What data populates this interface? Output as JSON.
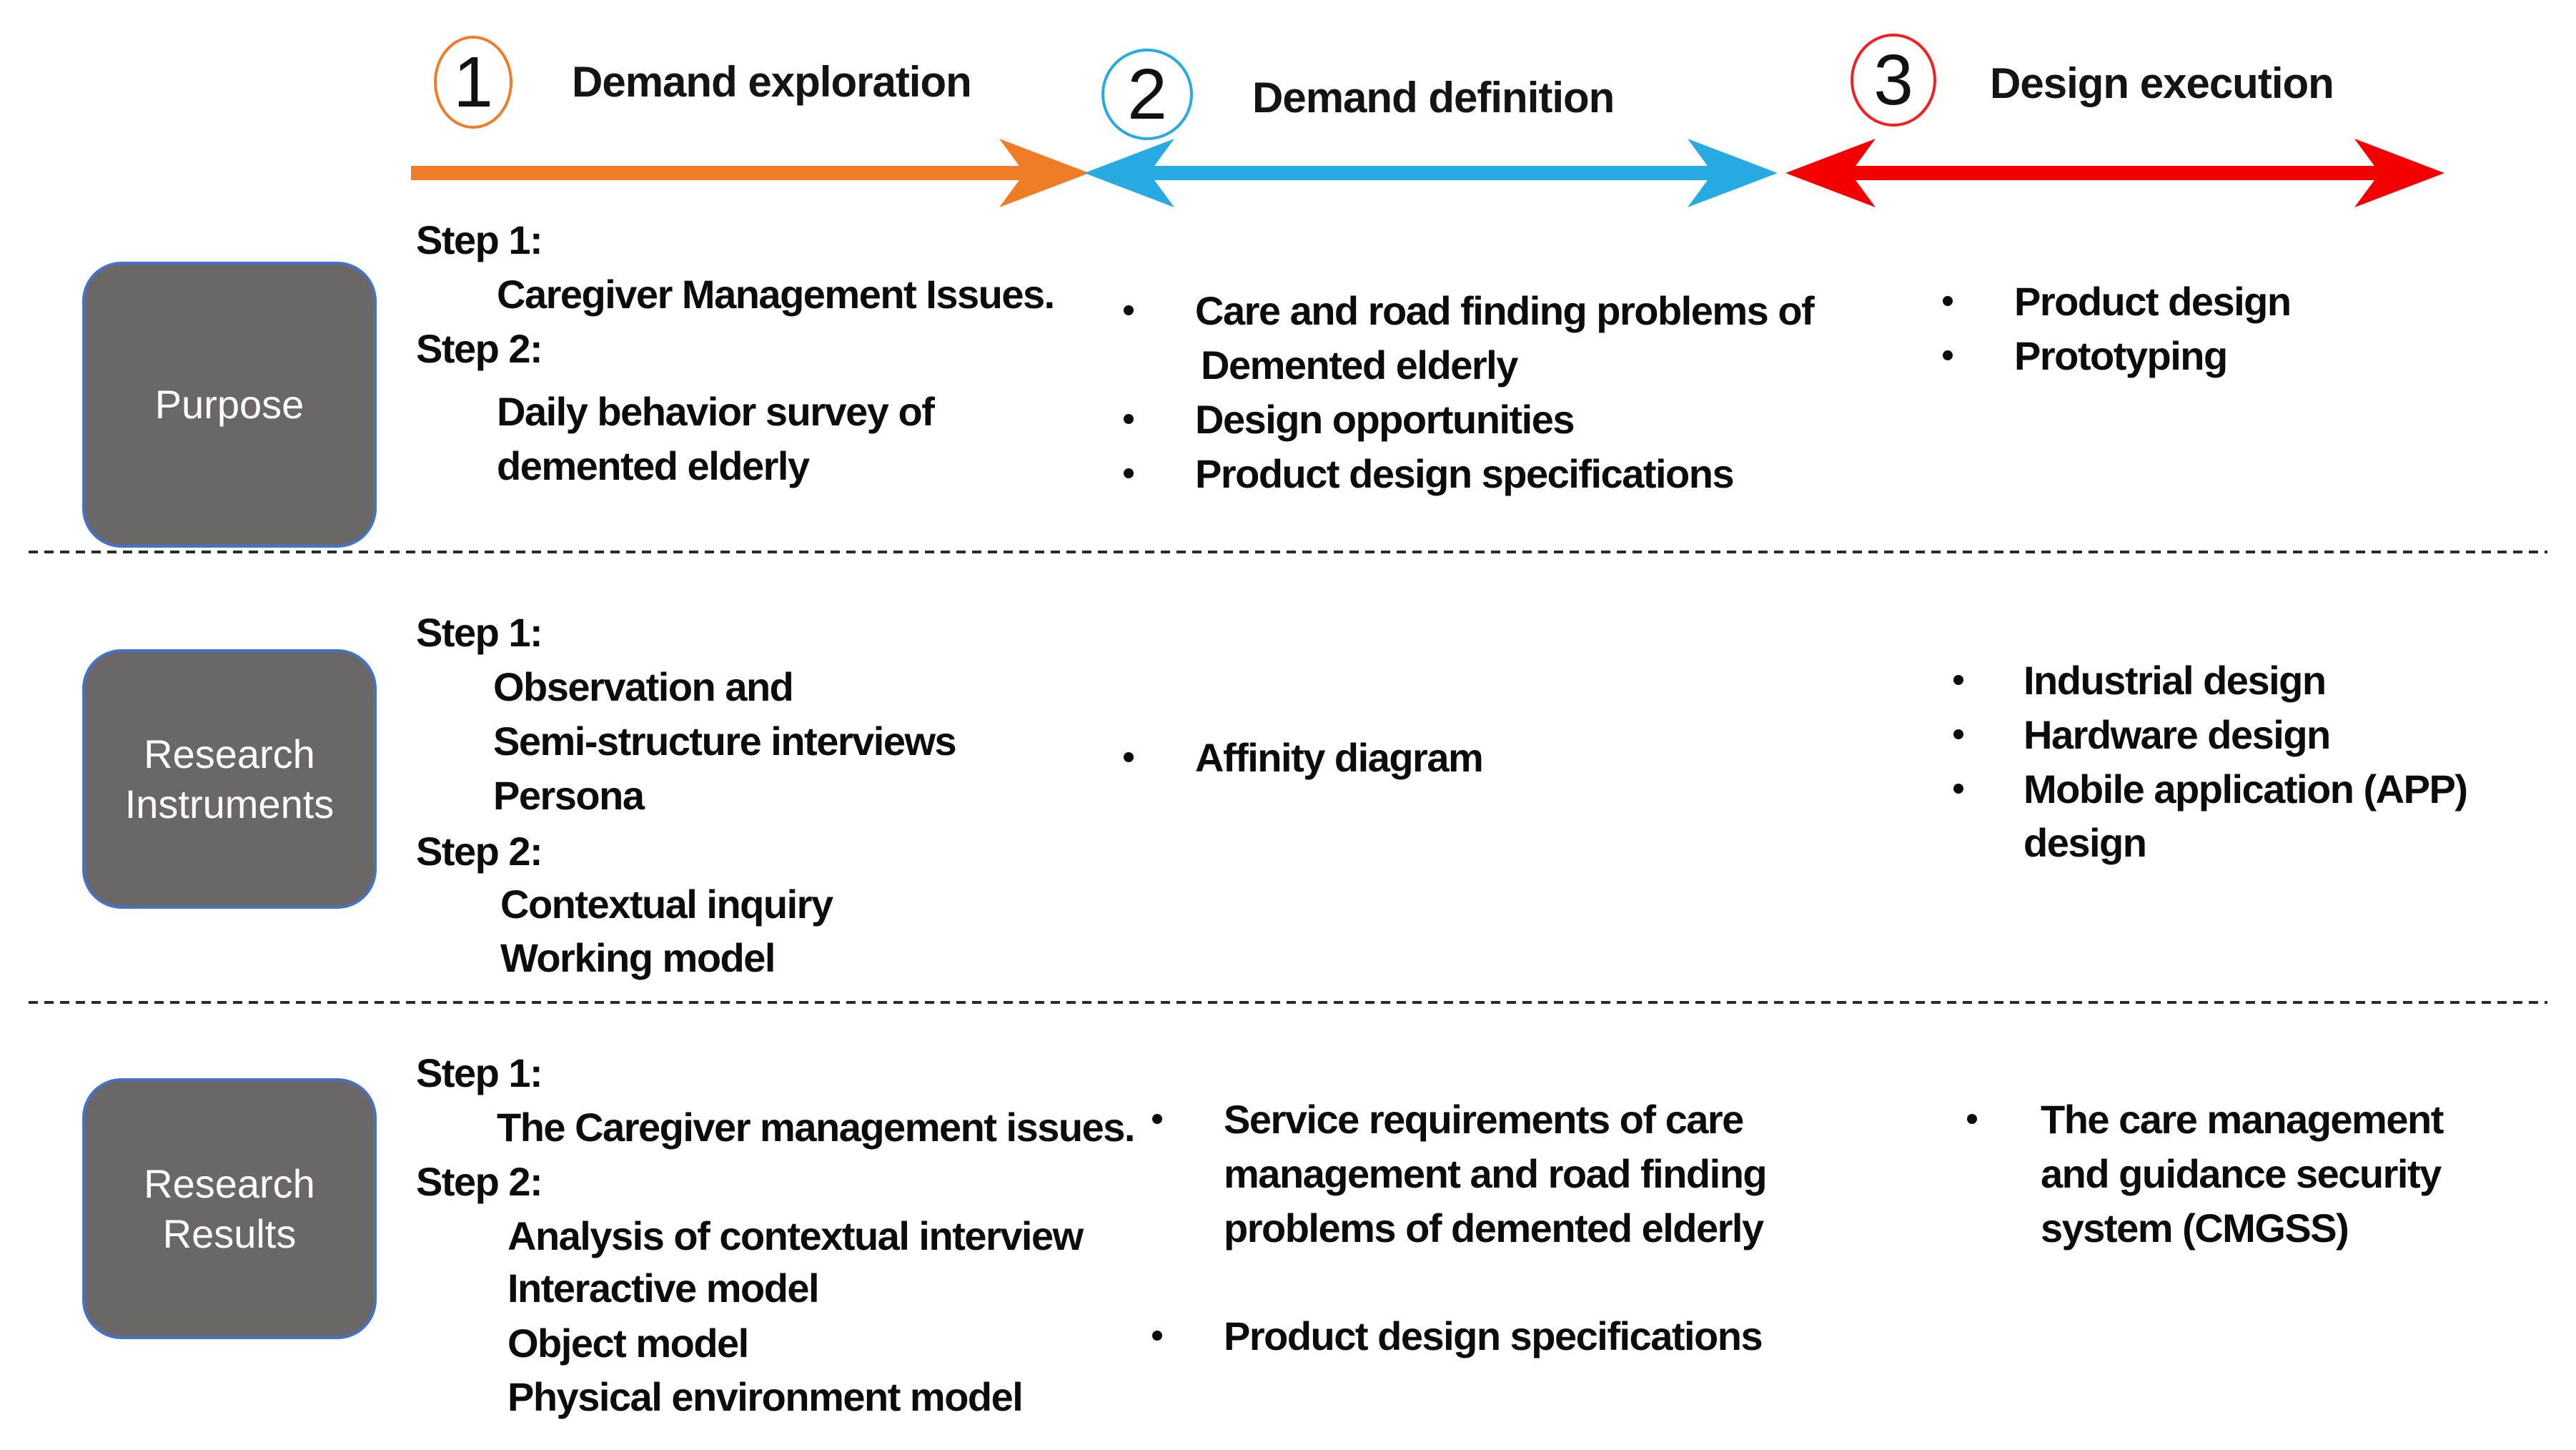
{
  "header": {
    "phases": [
      {
        "number": "1",
        "label": "Demand exploration",
        "color": "#EF7D28"
      },
      {
        "number": "2",
        "label": "Demand definition",
        "color": "#27AAE1"
      },
      {
        "number": "3",
        "label": "Design execution",
        "color": "#F50000"
      }
    ]
  },
  "rows": [
    {
      "label": "Purpose",
      "col1": [
        "Step 1:",
        "Caregiver Management Issues.",
        "Step 2:",
        "Daily behavior survey of",
        "demented elderly"
      ],
      "col2": [
        "Care and road finding problems of",
        "Demented elderly",
        "Design opportunities",
        "Product design specifications"
      ],
      "col3": [
        "Product design",
        "Prototyping"
      ]
    },
    {
      "label": "Research Instruments",
      "col1": [
        "Step 1:",
        "Observation and",
        "Semi-structure interviews",
        "Persona",
        "Step 2:",
        "Contextual inquiry",
        "Working model"
      ],
      "col2": [
        "Affinity diagram"
      ],
      "col3": [
        "Industrial design",
        "Hardware design",
        "Mobile application (APP)",
        "design"
      ]
    },
    {
      "label": "Research Results",
      "col1": [
        "Step 1:",
        "The Caregiver management issues.",
        "Step 2:",
        "Analysis of contextual interview",
        "Interactive model",
        "Object model",
        "Physical environment model"
      ],
      "col2": [
        "Service requirements of care",
        "management and road finding",
        "problems of demented elderly",
        "Product design specifications"
      ],
      "col3": [
        "The care management",
        "and guidance security",
        "system (CMGSS)"
      ]
    }
  ],
  "colors": {
    "box_fill": "#6B6767",
    "box_border": "#4472C4",
    "text": "#0c0c0c"
  }
}
